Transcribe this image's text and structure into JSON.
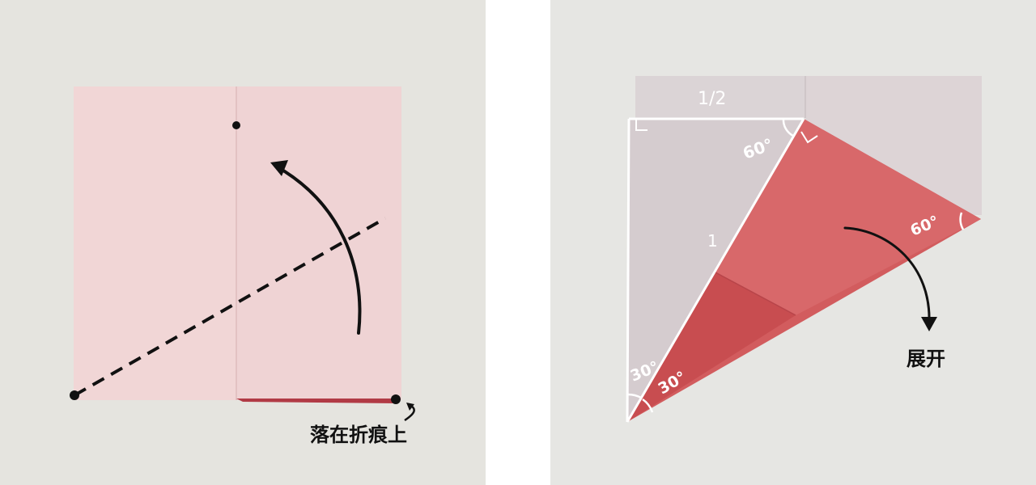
{
  "left_panel": {
    "annotation": "落在折痕上",
    "colors": {
      "background": "#e5e4df",
      "paper": "#f1d6d6",
      "paper_shade": "#ecd0d0",
      "crease": "#e6c6c6",
      "ink": "#111111",
      "edge_red": "#b13a45"
    }
  },
  "right_panel": {
    "top_strip_label": "1/2",
    "hypotenuse_label": "1",
    "angle_top": "60°",
    "angle_right": "60°",
    "angle_bottom_inner": "30°",
    "angle_bottom_outer": "30°",
    "arrow_caption": "展开",
    "colors": {
      "background": "#e6e6e3",
      "paper_light": "#dcd5d6",
      "paper_red": "#d35a5c",
      "paper_red_dark": "#c94a4d",
      "line": "#ffffff",
      "ink": "#111111"
    }
  }
}
